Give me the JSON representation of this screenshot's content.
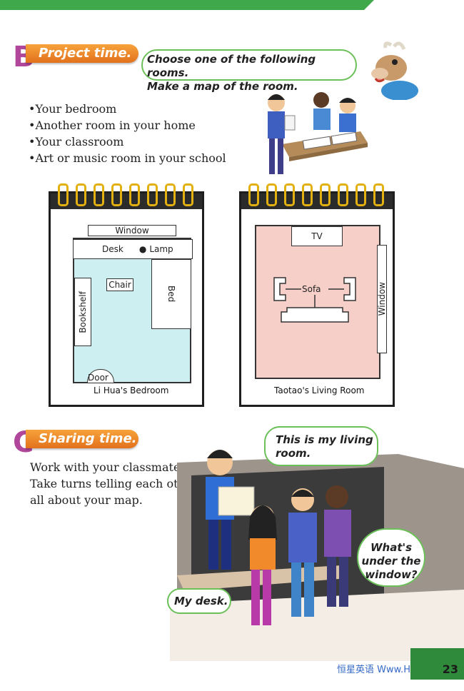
{
  "section_b": {
    "letter": "B",
    "title": "Project time.",
    "instruction_line1": "Choose one of the following rooms.",
    "instruction_line2": "Make a map of the room.",
    "bullets": [
      "Your bedroom",
      "Another room in your home",
      "Your classroom",
      "Art or music room in your school"
    ]
  },
  "map_left": {
    "window": "Window",
    "desk": "Desk",
    "lamp": "Lamp",
    "chair": "Chair",
    "bed": "Bed",
    "bookshelf": "Bookshelf",
    "door": "Door",
    "caption": "Li Hua's Bedroom",
    "fill_color": "#cdeff1"
  },
  "map_right": {
    "tv": "TV",
    "sofa": "Sofa",
    "window": "Window",
    "caption": "Taotao's Living Room",
    "fill_color": "#f6cfc8"
  },
  "section_c": {
    "letter": "C",
    "title": "Sharing time.",
    "para_lines": [
      "Work with your classmates.",
      "Take turns telling each other",
      "all about your map."
    ],
    "bubble_living_room_line1": "This is my living",
    "bubble_living_room_line2": "room.",
    "bubble_window_line1": "What's",
    "bubble_window_line2": "under the",
    "bubble_window_line3": "window?",
    "bubble_desk": "My desk."
  },
  "footer": {
    "logo": "恒星英语 Www.Hxen.com",
    "page_number": "23"
  }
}
